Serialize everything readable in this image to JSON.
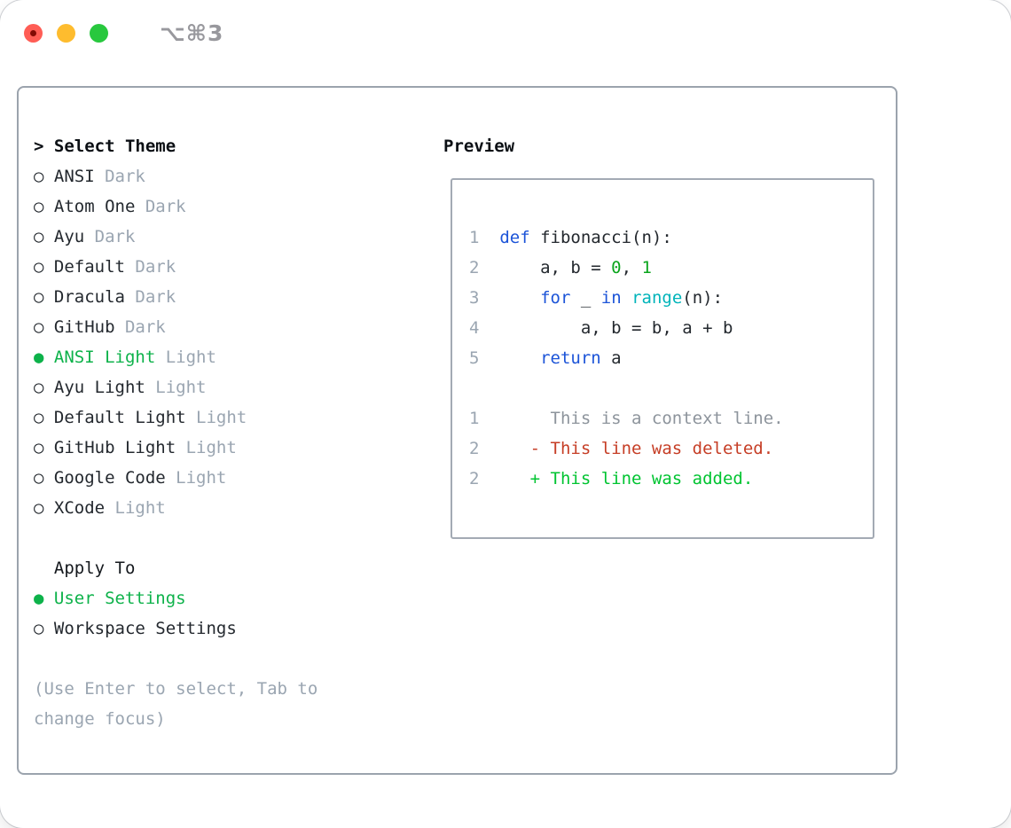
{
  "titlebar": {
    "shortcut_label": "⌥⌘3"
  },
  "theme_panel": {
    "header_prefix": ">",
    "header": "Select Theme",
    "radio_selected_glyph": "●",
    "radio_unselected_glyph": "○",
    "themes": [
      {
        "name": "ANSI",
        "tag": "Dark",
        "selected": false
      },
      {
        "name": "Atom One",
        "tag": "Dark",
        "selected": false
      },
      {
        "name": "Ayu",
        "tag": "Dark",
        "selected": false
      },
      {
        "name": "Default",
        "tag": "Dark",
        "selected": false
      },
      {
        "name": "Dracula",
        "tag": "Dark",
        "selected": false
      },
      {
        "name": "GitHub",
        "tag": "Dark",
        "selected": false
      },
      {
        "name": "ANSI Light",
        "tag": "Light",
        "selected": true
      },
      {
        "name": "Ayu Light",
        "tag": "Light",
        "selected": false
      },
      {
        "name": "Default Light",
        "tag": "Light",
        "selected": false
      },
      {
        "name": "GitHub Light",
        "tag": "Light",
        "selected": false
      },
      {
        "name": "Google Code",
        "tag": "Light",
        "selected": false
      },
      {
        "name": "XCode",
        "tag": "Light",
        "selected": false
      }
    ],
    "apply_to": {
      "header": "Apply To",
      "options": [
        {
          "name": "User Settings",
          "selected": true
        },
        {
          "name": "Workspace Settings",
          "selected": false
        }
      ]
    },
    "help": [
      "(Use Enter to select, Tab to",
      "change focus)"
    ]
  },
  "preview_panel": {
    "header": "Preview",
    "lines": [
      {
        "num": "1",
        "tokens": [
          [
            "def",
            "blue"
          ],
          [
            " fibonacci(n):",
            "fg"
          ]
        ]
      },
      {
        "num": "2",
        "tokens": [
          [
            "    a, b = ",
            "fg"
          ],
          [
            "0",
            "green"
          ],
          [
            ", ",
            "fg"
          ],
          [
            "1",
            "green"
          ]
        ]
      },
      {
        "num": "3",
        "tokens": [
          [
            "    ",
            "fg"
          ],
          [
            "for",
            "blue"
          ],
          [
            " _ ",
            "fg"
          ],
          [
            "in",
            "blue"
          ],
          [
            " ",
            "fg"
          ],
          [
            "range",
            "cyan"
          ],
          [
            "(n):",
            "fg"
          ]
        ]
      },
      {
        "num": "4",
        "tokens": [
          [
            "        a, b = b, a + b",
            "fg"
          ]
        ]
      },
      {
        "num": "5",
        "tokens": [
          [
            "    ",
            "fg"
          ],
          [
            "return",
            "blue"
          ],
          [
            " a",
            "fg"
          ]
        ]
      },
      {
        "num": "",
        "tokens": []
      },
      {
        "num": "1",
        "tokens": [
          [
            "     This is a context line.",
            "ctx"
          ]
        ]
      },
      {
        "num": "2",
        "tokens": [
          [
            "   - This line was deleted.",
            "del"
          ]
        ]
      },
      {
        "num": "2",
        "tokens": [
          [
            "   + This line was added.",
            "add"
          ]
        ]
      }
    ]
  },
  "palette": {
    "fg": "#23282e",
    "muted": "#9aa5b1",
    "blue": "#1c54d8",
    "cyan": "#00b4ba",
    "green": "#0ba51d",
    "ctx": "#8d949c",
    "del": "#c63e26",
    "add": "#00c431",
    "select_green": "#0db24a",
    "traffic_red": "#ff5d55",
    "traffic_red_dot": "#820b05",
    "traffic_yellow": "#febc2e",
    "traffic_green": "#28c83e",
    "border": "#9ba3ad",
    "title_gray": "#98989d"
  }
}
